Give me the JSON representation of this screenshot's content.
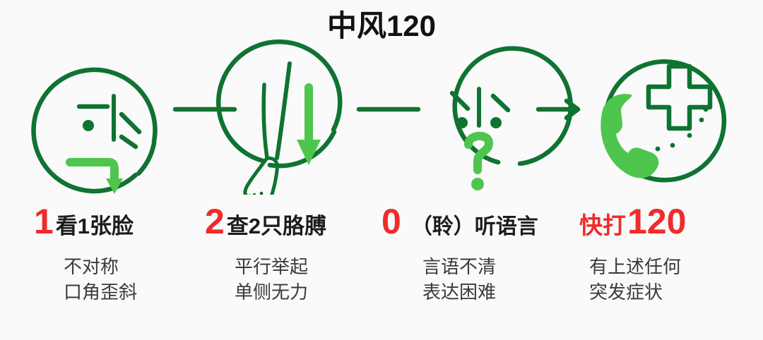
{
  "poster": {
    "title": "中风120",
    "background_color": "#fafafa",
    "dark_green": "#0f7331",
    "bright_green": "#4ec64e",
    "red": "#ef2b2b",
    "black": "#121212",
    "gray": "#3a3a3a"
  },
  "icons": [
    {
      "name": "drooping-face-icon",
      "meaning": "面部不对称 / 口角歪斜"
    },
    {
      "name": "drooping-arm-icon",
      "meaning": "单侧手臂无力下垂"
    },
    {
      "name": "confused-speech-face-icon",
      "meaning": "言语不清 表达困难"
    },
    {
      "name": "emergency-call-icon",
      "meaning": "拨打急救电话 120"
    }
  ],
  "connectors": [
    {
      "name": "connector-line-1",
      "arrow": false
    },
    {
      "name": "connector-line-2",
      "arrow": false
    },
    {
      "name": "connector-arrow-3",
      "arrow": true
    }
  ],
  "columns": [
    {
      "num": "1",
      "headline": "看1张脸",
      "sub_line_1": "不对称",
      "sub_line_2": "口角歪斜"
    },
    {
      "num": "2",
      "headline": "查2只胳膊",
      "sub_line_1": "平行举起",
      "sub_line_2": "单侧无力"
    },
    {
      "num": "0",
      "headline": "（聆）听语言",
      "sub_line_1": "言语不清",
      "sub_line_2": "表达困难"
    },
    {
      "num": "120",
      "headline": "快打",
      "sub_line_1": "有上述任何",
      "sub_line_2": "突发症状"
    }
  ]
}
